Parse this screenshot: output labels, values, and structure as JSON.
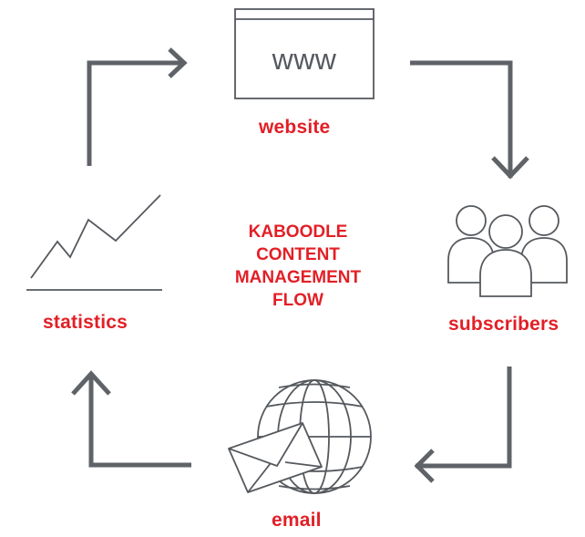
{
  "diagram": {
    "center_title_lines": [
      "KABOODLE",
      "CONTENT",
      "MANAGEMENT",
      "FLOW"
    ],
    "nodes": {
      "website": {
        "label": "website",
        "icon": "browser-window-icon",
        "icon_text": "www"
      },
      "subscribers": {
        "label": "subscribers",
        "icon": "people-group-icon"
      },
      "email": {
        "label": "email",
        "icon": "globe-envelope-icon"
      },
      "statistics": {
        "label": "statistics",
        "icon": "line-chart-icon"
      }
    },
    "colors": {
      "accent": "#e21f26",
      "arrow": "#5f6368",
      "icon_stroke": "#55595e"
    }
  }
}
